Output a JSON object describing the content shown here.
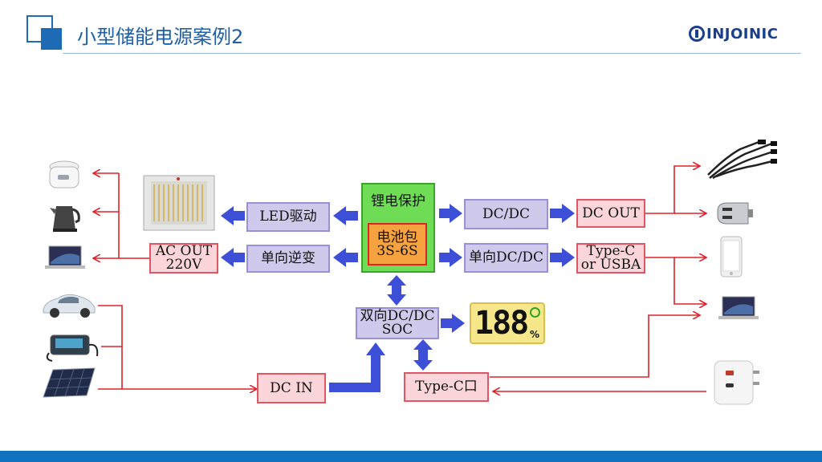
{
  "title": "小型储能电源案例2",
  "logo_text": "INJOINIC",
  "boxes": {
    "battery_protect": "锂电保护",
    "battery_pack_line1": "电池包",
    "battery_pack_line2": "3S-6S",
    "led_driver": "LED驱动",
    "inverter": "单向逆变",
    "ac_out_line1": "AC OUT",
    "ac_out_line2": "220V",
    "dcdc": "DC/DC",
    "dc_out": "DC OUT",
    "single_dcdc": "单向DC/DC",
    "typec_out_line1": "Type-C",
    "typec_out_line2": "or USBA",
    "bidir_line1": "双向DC/DC",
    "bidir_line2": "SOC",
    "dc_in": "DC IN",
    "typec_port": "Type-C口"
  },
  "display": {
    "digits": "188",
    "unit": "%"
  },
  "colors": {
    "arrow_blue": "#3d4fd6",
    "line_red": "#e0202a",
    "brand_blue": "#1072be"
  },
  "icons": [
    "rice-cooker-icon",
    "kettle-icon",
    "laptop-icon",
    "electric-car-icon",
    "charger-icon",
    "solar-panel-icon",
    "led-panel-icon",
    "dc-cable-bundle-icon",
    "car-charger-icon",
    "smartphone-icon",
    "laptop-icon",
    "usb-wall-charger-icon"
  ]
}
